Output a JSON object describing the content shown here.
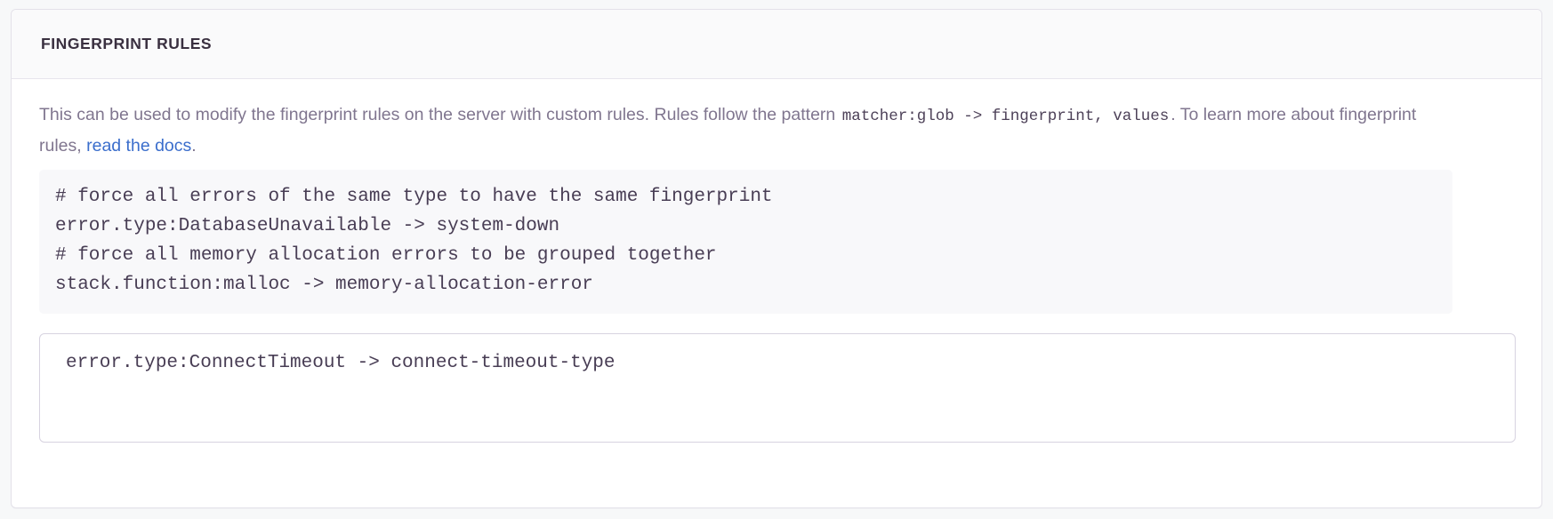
{
  "panel": {
    "title": "FINGERPRINT RULES"
  },
  "description": {
    "part1": "This can be used to modify the fingerprint rules on the server with custom rules. Rules follow the pattern ",
    "code1": "matcher:glob -> fingerprint, values",
    "part2": ". To learn more about fingerprint rules, ",
    "link_label": "read the docs",
    "part3": "."
  },
  "code_sample": {
    "lines": [
      "# force all errors of the same type to have the same fingerprint",
      "error.type:DatabaseUnavailable -> system-down",
      "# force all memory allocation errors to be grouped together",
      "stack.function:malloc -> memory-allocation-error"
    ],
    "text": "# force all errors of the same type to have the same fingerprint\nerror.type:DatabaseUnavailable -> system-down\n# force all memory allocation errors to be grouped together\nstack.function:malloc -> memory-allocation-error"
  },
  "rules_input": {
    "value": "error.type:ConnectTimeout -> connect-timeout-type",
    "placeholder": "error.type:ConnectTimeout -> connect-timeout-type"
  },
  "colors": {
    "panel_border": "#e3e1e9",
    "header_bg": "#fafafb",
    "title_text": "#3a3040",
    "body_text": "#80768f",
    "link": "#3b6ecc",
    "code_bg": "#f8f8fa",
    "code_text": "#483d54",
    "input_border": "#d7d3e0",
    "page_bg": "#f7f8f9"
  }
}
